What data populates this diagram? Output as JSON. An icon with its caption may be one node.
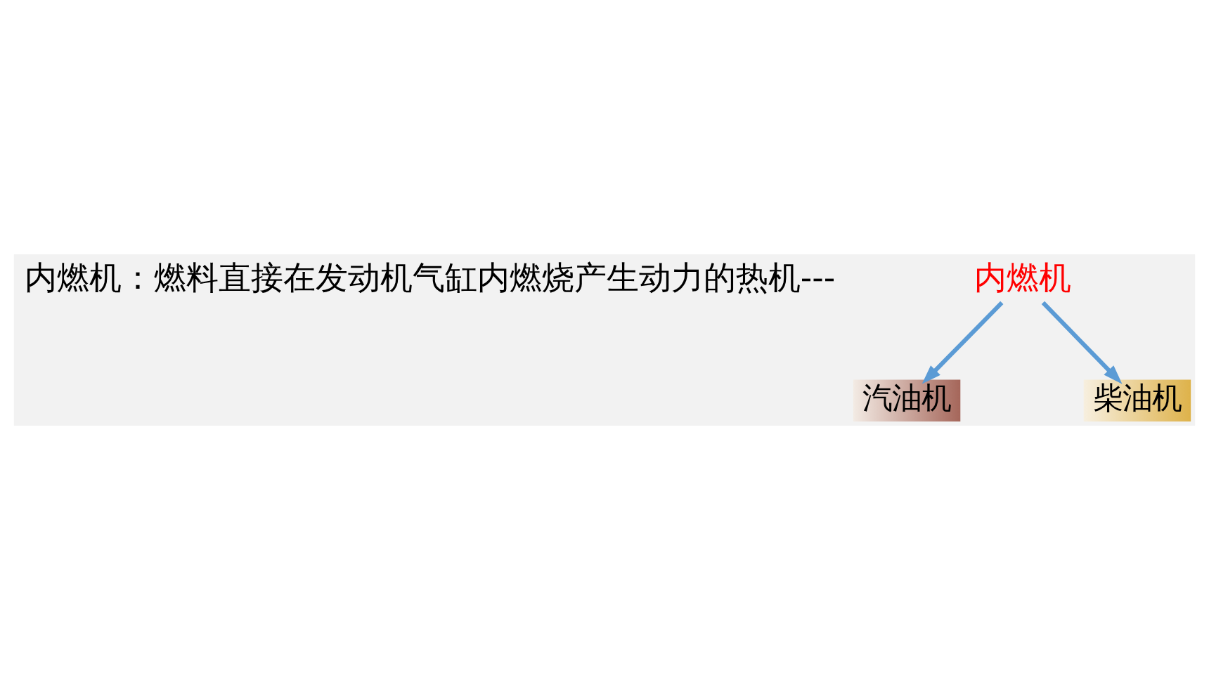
{
  "diagram": {
    "nodes": [
      {
        "text": [
          "内燃机"
        ]
      },
      {
        "text": [
          "汽油机"
        ]
      },
      {
        "text": [
          "柴油机"
        ]
      }
    ],
    "edges": [
      {
        "from": 0,
        "to": 1,
        "arrow": "to"
      },
      {
        "from": 0,
        "to": 2,
        "arrow": "to"
      }
    ],
    "labels": [
      "内燃机：燃料直接在发动机气缸内燃烧产生动力的热机---"
    ]
  }
}
